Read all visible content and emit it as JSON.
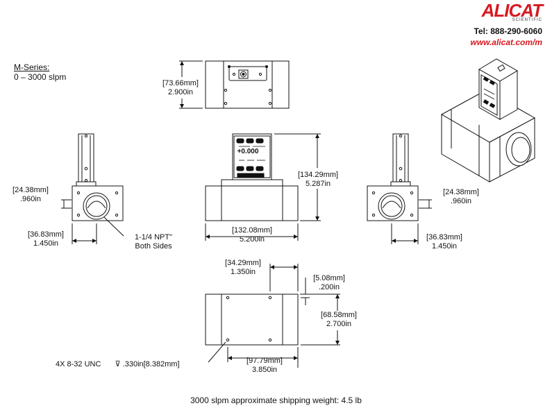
{
  "brand": {
    "logo": "ALICAT",
    "sub": "SCIENTIFIC",
    "phone": "Tel: 888-290-6060",
    "web": "www.alicat.com/m"
  },
  "series": {
    "title": "M-Series:",
    "range": "0 – 3000 slpm"
  },
  "display": {
    "reading": "+0.000"
  },
  "dims": {
    "top_height": {
      "mm": "[73.66mm]",
      "in": "2.900in"
    },
    "left_offset": {
      "mm": "[24.38mm]",
      "in": ".960in"
    },
    "left_width": {
      "mm": "[36.83mm]",
      "in": "1.450in"
    },
    "npt": {
      "line1": "1-1/4  NPT\"",
      "line2": "Both Sides"
    },
    "front_height": {
      "mm": "[134.29mm]",
      "in": "5.287in"
    },
    "front_length": {
      "mm": "[132.08mm]",
      "in": "5.200in"
    },
    "right_offset": {
      "mm": "[24.38mm]",
      "in": ".960in"
    },
    "right_width": {
      "mm": "[36.83mm]",
      "in": "1.450in"
    },
    "hole_x": {
      "mm": "[34.29mm]",
      "in": "1.350in"
    },
    "hole_edge": {
      "mm": "[5.08mm]",
      "in": ".200in"
    },
    "bottom_depth": {
      "mm": "[68.58mm]",
      "in": "2.700in"
    },
    "hole_span": {
      "mm": "[97.79mm]",
      "in": "3.850in"
    },
    "screw": {
      "thread": "4X 8-32 UNC",
      "depth": "⊽ .330in[8.382mm]"
    }
  },
  "footer": "3000 slpm approximate shipping weight: 4.5 lb"
}
